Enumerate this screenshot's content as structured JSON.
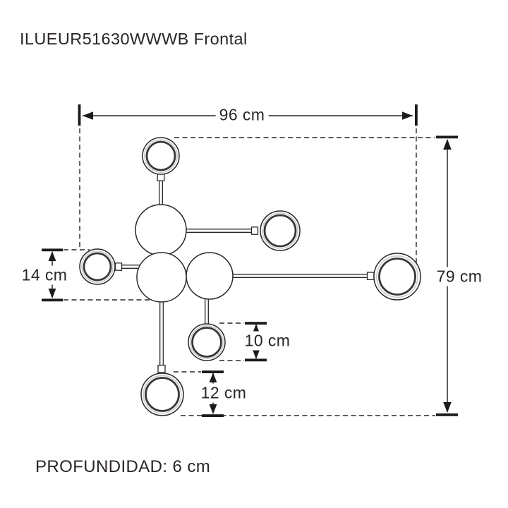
{
  "header": {
    "title": "ILUEUR51630WWWB Frontal"
  },
  "diagram": {
    "dimensions": {
      "width": "96 cm",
      "height": "79 cm",
      "globe": "14 cm",
      "small_ring": "10 cm",
      "bottom_ring": "12 cm"
    },
    "depth_note": "PROFUNDIDAD: 6 cm"
  },
  "colors": {
    "ink": "#2b2728",
    "background": "#ffffff"
  }
}
